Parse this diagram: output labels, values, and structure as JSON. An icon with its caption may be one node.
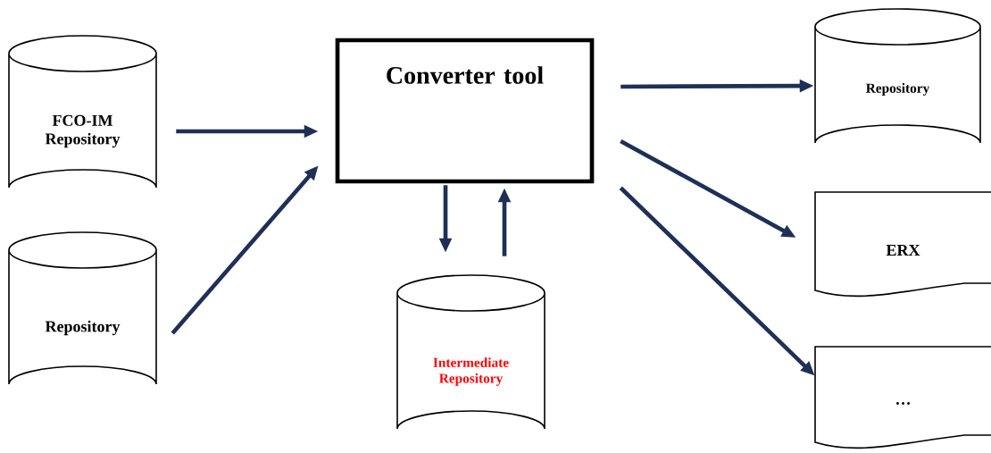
{
  "diagram": {
    "nodes": [
      {
        "text": [
          "FCO-IM Repository"
        ]
      },
      {
        "text": [
          "Repository"
        ]
      },
      {
        "text": [
          "Converter tool"
        ]
      },
      {
        "text": [
          "Intermediate Repository"
        ]
      },
      {
        "text": [
          "Repository"
        ]
      },
      {
        "text": [
          "ERX"
        ]
      },
      {
        "text": [
          "…"
        ]
      }
    ],
    "edges": [
      {
        "from": 0,
        "to": 2,
        "arrow": "to"
      },
      {
        "from": 1,
        "to": 2,
        "arrow": "to"
      },
      {
        "from": 2,
        "to": 3,
        "arrow": "to"
      },
      {
        "from": 3,
        "to": 2,
        "arrow": "to"
      },
      {
        "from": 2,
        "to": 4,
        "arrow": "to"
      },
      {
        "from": 2,
        "to": 5,
        "arrow": "to"
      },
      {
        "from": 2,
        "to": 6,
        "arrow": "to"
      }
    ]
  }
}
